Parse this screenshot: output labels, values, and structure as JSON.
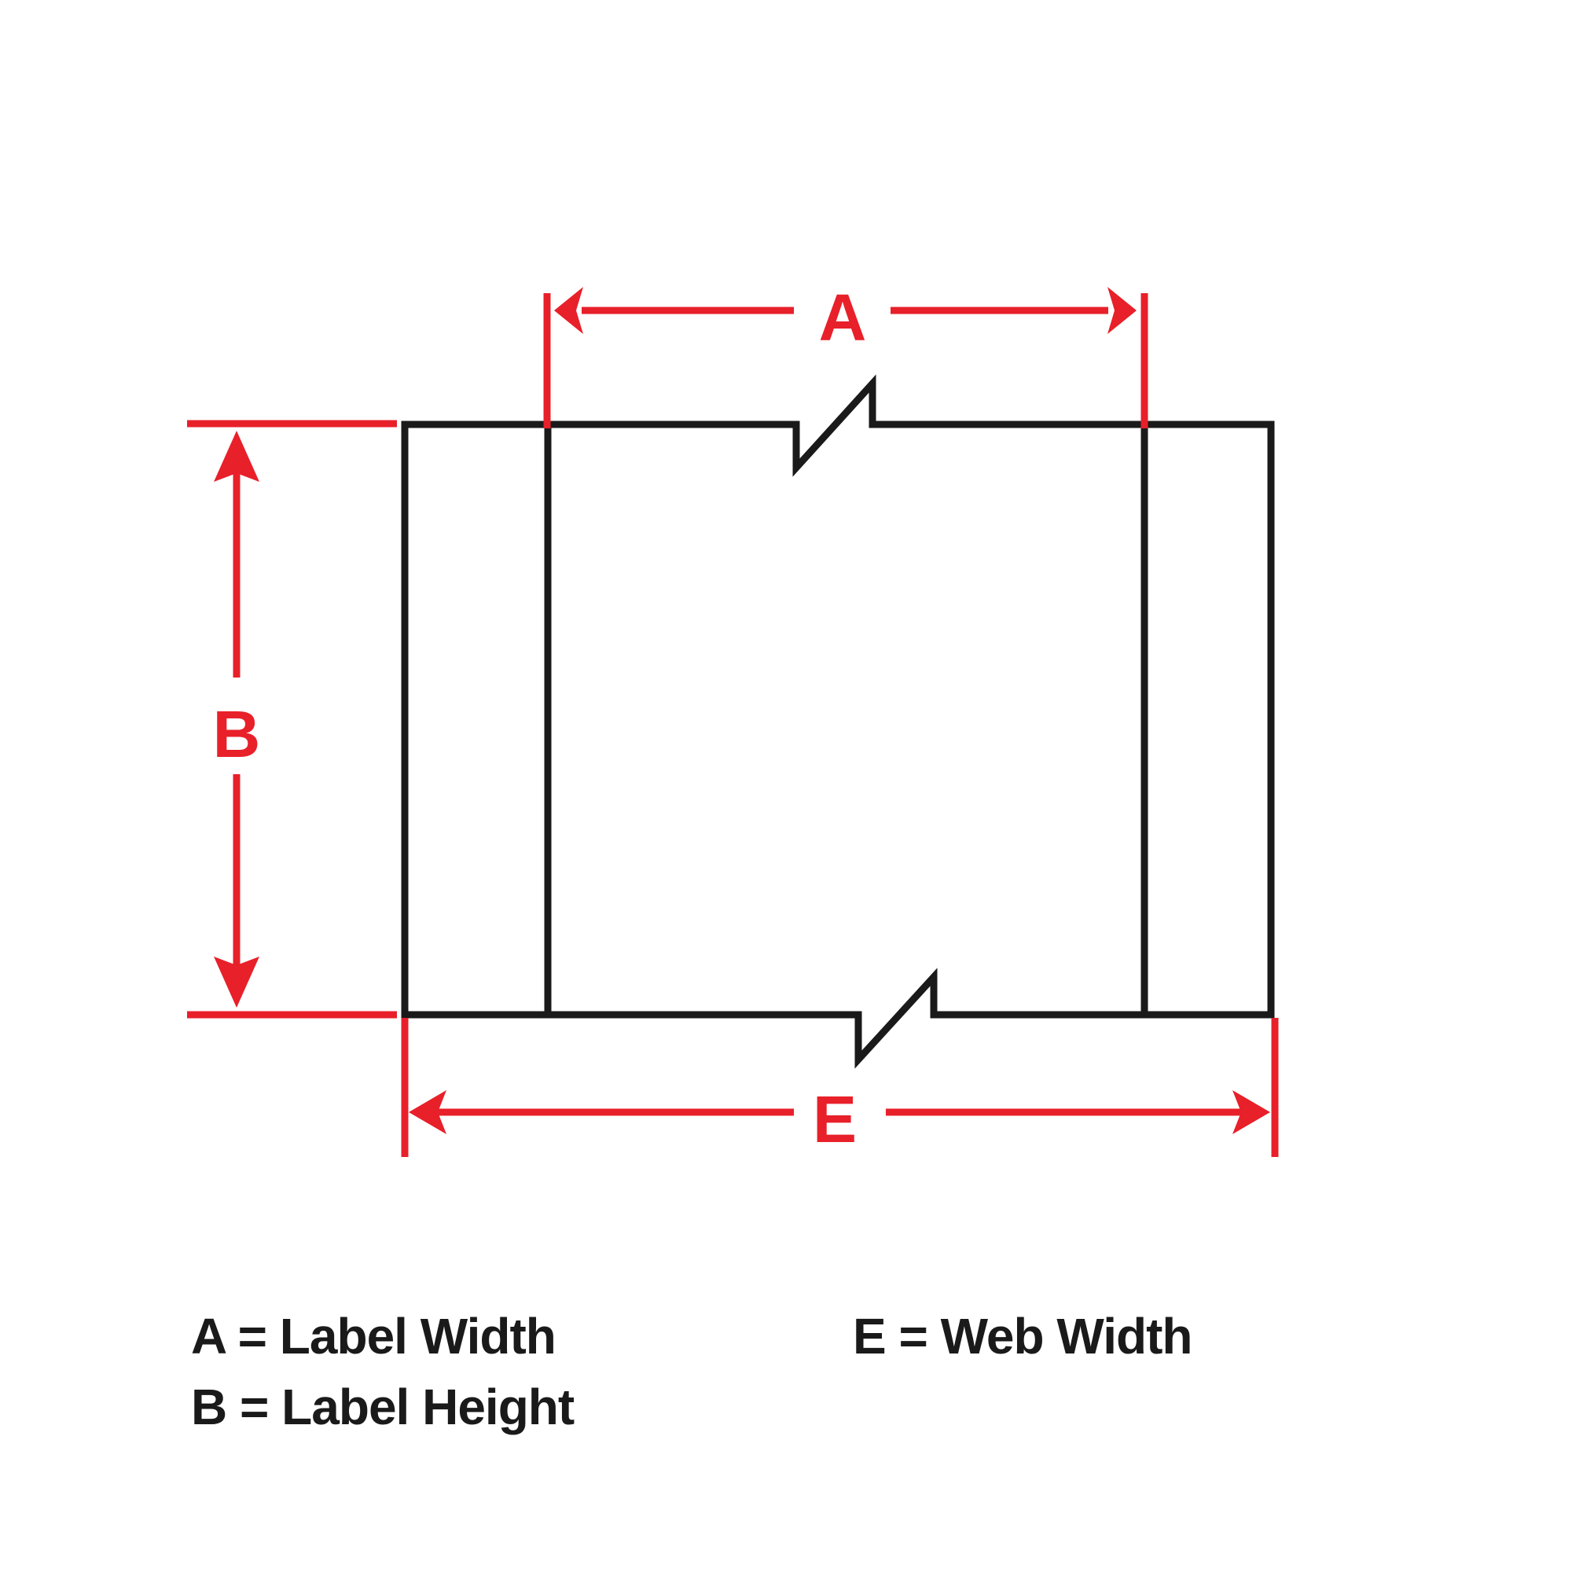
{
  "colors": {
    "dimension": "#E8202A",
    "outline": "#1A1A1A",
    "background": "#FFFFFF",
    "legend_text": "#1A1A1A"
  },
  "dimensions": {
    "a": {
      "letter": "A",
      "meaning": "Label Width"
    },
    "b": {
      "letter": "B",
      "meaning": "Label Height"
    },
    "e": {
      "letter": "E",
      "meaning": "Web Width"
    }
  },
  "legend": {
    "items": [
      {
        "text": "A = Label Width"
      },
      {
        "text": "B = Label Height"
      },
      {
        "text": "E = Web Width"
      }
    ]
  }
}
